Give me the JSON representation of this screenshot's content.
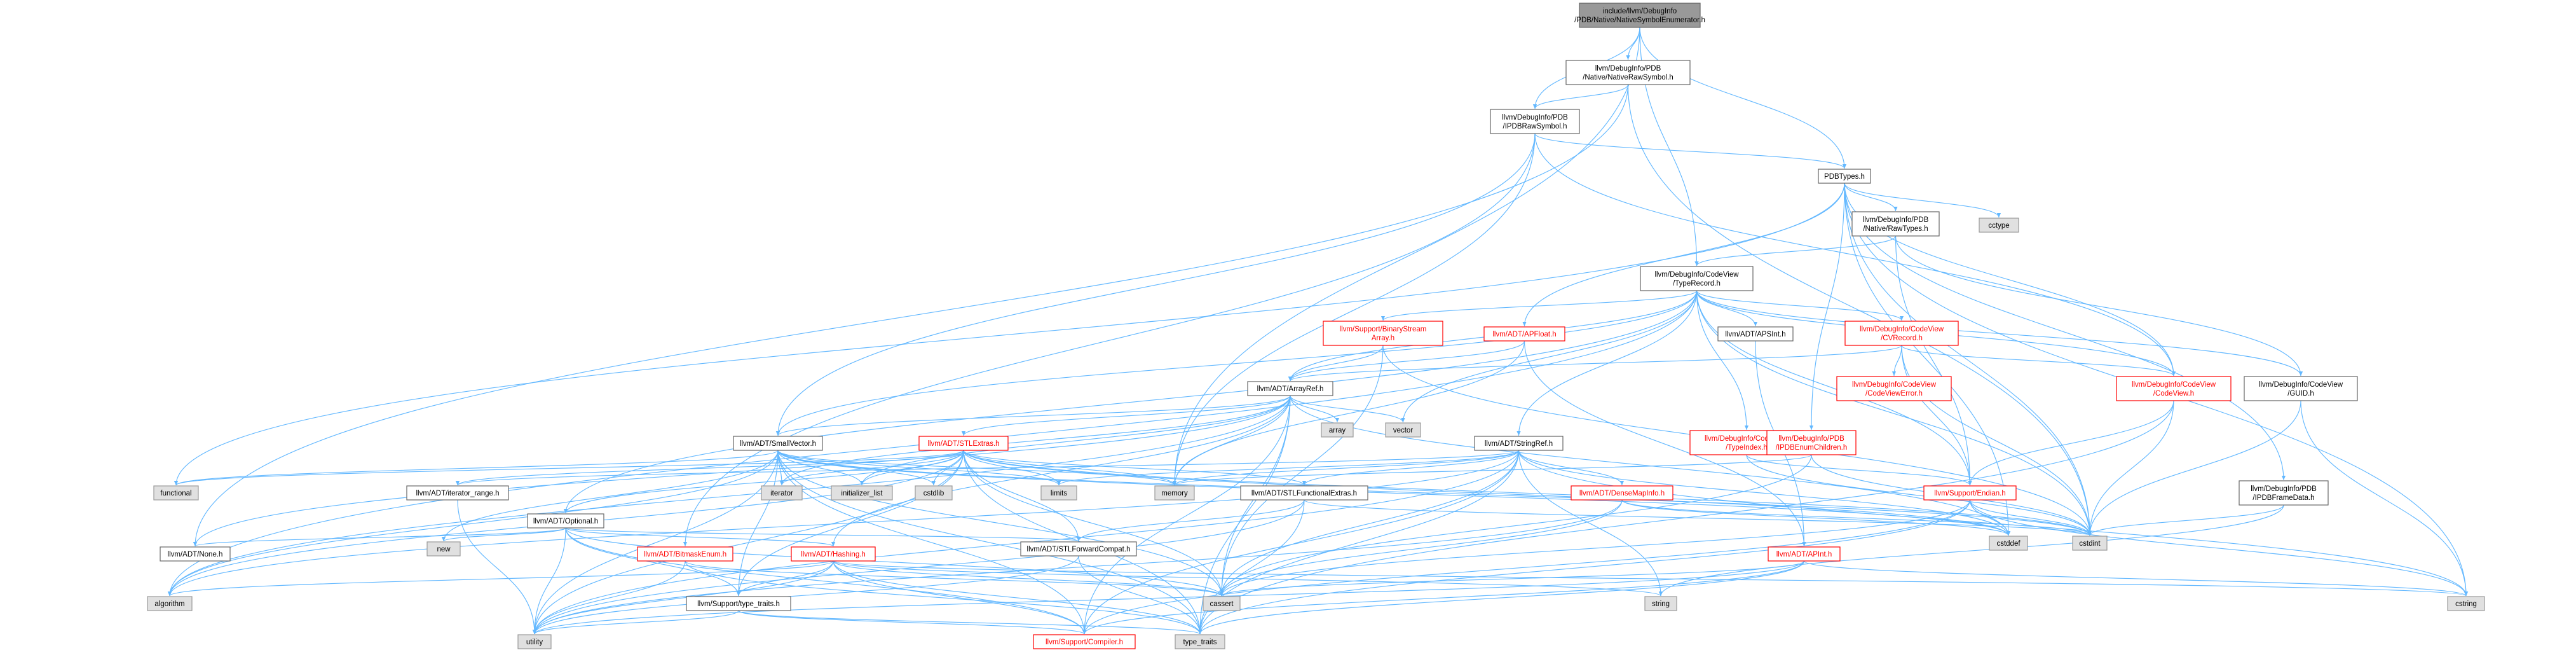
{
  "colors": {
    "edge": "#63b8ff",
    "node_border": "#666666",
    "node_fill": "#ffffff",
    "root_fill": "#999999",
    "external_fill": "#e0e0e0",
    "external_border": "#999999",
    "red_text": "#ff0000",
    "red_border": "#ff0000"
  },
  "nodes": [
    {
      "id": "root",
      "lines": [
        "include/llvm/DebugInfo",
        "/PDB/Native/NativeSymbolEnumerator.h"
      ],
      "style": "root"
    },
    {
      "id": "native_raw",
      "lines": [
        "llvm/DebugInfo/PDB",
        "/Native/NativeRawSymbol.h"
      ],
      "style": "normal"
    },
    {
      "id": "ipdbraw",
      "lines": [
        "llvm/DebugInfo/PDB",
        "/IPDBRawSymbol.h"
      ],
      "style": "normal"
    },
    {
      "id": "pdbtypes",
      "lines": [
        "PDBTypes.h"
      ],
      "style": "normal"
    },
    {
      "id": "cctype",
      "lines": [
        "cctype"
      ],
      "style": "external"
    },
    {
      "id": "rawtypes",
      "lines": [
        "llvm/DebugInfo/PDB",
        "/Native/RawTypes.h"
      ],
      "style": "normal"
    },
    {
      "id": "typerecord",
      "lines": [
        "llvm/DebugInfo/CodeView",
        "/TypeRecord.h"
      ],
      "style": "normal"
    },
    {
      "id": "binstream",
      "lines": [
        "llvm/Support/BinaryStream",
        "Array.h"
      ],
      "style": "red"
    },
    {
      "id": "apfloat",
      "lines": [
        "llvm/ADT/APFloat.h"
      ],
      "style": "red"
    },
    {
      "id": "apsint",
      "lines": [
        "llvm/ADT/APSInt.h"
      ],
      "style": "normal"
    },
    {
      "id": "cvrecord",
      "lines": [
        "llvm/DebugInfo/CodeView",
        "/CVRecord.h"
      ],
      "style": "red"
    },
    {
      "id": "cverror",
      "lines": [
        "llvm/DebugInfo/CodeView",
        "/CodeViewError.h"
      ],
      "style": "red"
    },
    {
      "id": "codeview",
      "lines": [
        "llvm/DebugInfo/CodeView",
        "/CodeView.h"
      ],
      "style": "red"
    },
    {
      "id": "guid",
      "lines": [
        "llvm/DebugInfo/CodeView",
        "/GUID.h"
      ],
      "style": "normal"
    },
    {
      "id": "arrayref",
      "lines": [
        "llvm/ADT/ArrayRef.h"
      ],
      "style": "normal"
    },
    {
      "id": "array",
      "lines": [
        "array"
      ],
      "style": "external"
    },
    {
      "id": "vector",
      "lines": [
        "vector"
      ],
      "style": "external"
    },
    {
      "id": "stlextras",
      "lines": [
        "llvm/ADT/STLExtras.h"
      ],
      "style": "red"
    },
    {
      "id": "smallvector",
      "lines": [
        "llvm/ADT/SmallVector.h"
      ],
      "style": "normal"
    },
    {
      "id": "stringref",
      "lines": [
        "llvm/ADT/StringRef.h"
      ],
      "style": "normal"
    },
    {
      "id": "typeindex",
      "lines": [
        "llvm/DebugInfo/CodeView",
        "/TypeIndex.h"
      ],
      "style": "red"
    },
    {
      "id": "ipdbenum",
      "lines": [
        "llvm/DebugInfo/PDB",
        "/IPDBEnumChildren.h"
      ],
      "style": "red"
    },
    {
      "id": "endian",
      "lines": [
        "llvm/Support/Endian.h"
      ],
      "style": "red"
    },
    {
      "id": "framedata",
      "lines": [
        "llvm/DebugInfo/PDB",
        "/IPDBFrameData.h"
      ],
      "style": "normal"
    },
    {
      "id": "functional",
      "lines": [
        "functional"
      ],
      "style": "external"
    },
    {
      "id": "iterator",
      "lines": [
        "iterator"
      ],
      "style": "external"
    },
    {
      "id": "initlist",
      "lines": [
        "initializer_list"
      ],
      "style": "external"
    },
    {
      "id": "cstdlib",
      "lines": [
        "cstdlib"
      ],
      "style": "external"
    },
    {
      "id": "limits",
      "lines": [
        "limits"
      ],
      "style": "external"
    },
    {
      "id": "memory",
      "lines": [
        "memory"
      ],
      "style": "external"
    },
    {
      "id": "iterrange",
      "lines": [
        "llvm/ADT/iterator_range.h"
      ],
      "style": "normal"
    },
    {
      "id": "optional",
      "lines": [
        "llvm/ADT/Optional.h"
      ],
      "style": "normal"
    },
    {
      "id": "stlfunc",
      "lines": [
        "llvm/ADT/STLFunctionalExtras.h"
      ],
      "style": "normal"
    },
    {
      "id": "densemapinfo",
      "lines": [
        "llvm/ADT/DenseMapInfo.h"
      ],
      "style": "red"
    },
    {
      "id": "none",
      "lines": [
        "llvm/ADT/None.h"
      ],
      "style": "normal"
    },
    {
      "id": "new",
      "lines": [
        "new"
      ],
      "style": "external"
    },
    {
      "id": "bitmask",
      "lines": [
        "llvm/ADT/BitmaskEnum.h"
      ],
      "style": "red"
    },
    {
      "id": "hashing",
      "lines": [
        "llvm/ADT/Hashing.h"
      ],
      "style": "red"
    },
    {
      "id": "stlfwd",
      "lines": [
        "llvm/ADT/STLForwardCompat.h"
      ],
      "style": "normal"
    },
    {
      "id": "apint",
      "lines": [
        "llvm/ADT/APInt.h"
      ],
      "style": "red"
    },
    {
      "id": "cstddef",
      "lines": [
        "cstddef"
      ],
      "style": "external"
    },
    {
      "id": "cstdint",
      "lines": [
        "cstdint"
      ],
      "style": "external"
    },
    {
      "id": "algorithm",
      "lines": [
        "algorithm"
      ],
      "style": "external"
    },
    {
      "id": "typetraits_h",
      "lines": [
        "llvm/Support/type_traits.h"
      ],
      "style": "normal"
    },
    {
      "id": "cassert",
      "lines": [
        "cassert"
      ],
      "style": "external"
    },
    {
      "id": "string",
      "lines": [
        "string"
      ],
      "style": "external"
    },
    {
      "id": "cstring",
      "lines": [
        "cstring"
      ],
      "style": "external"
    },
    {
      "id": "utility",
      "lines": [
        "utility"
      ],
      "style": "external"
    },
    {
      "id": "compiler",
      "lines": [
        "llvm/Support/Compiler.h"
      ],
      "style": "red"
    },
    {
      "id": "type_traits",
      "lines": [
        "type_traits"
      ],
      "style": "external"
    }
  ],
  "edges": [
    [
      "root",
      "native_raw"
    ],
    [
      "root",
      "ipdbraw"
    ],
    [
      "root",
      "pdbtypes"
    ],
    [
      "root",
      "typerecord"
    ],
    [
      "root",
      "memory"
    ],
    [
      "native_raw",
      "ipdbraw"
    ],
    [
      "native_raw",
      "cstdint"
    ],
    [
      "native_raw",
      "none"
    ],
    [
      "ipdbraw",
      "pdbtypes"
    ],
    [
      "ipdbraw",
      "smallvector"
    ],
    [
      "ipdbraw",
      "memory"
    ],
    [
      "ipdbraw",
      "codeview"
    ],
    [
      "ipdbraw",
      "bitmask"
    ],
    [
      "pdbtypes",
      "cctype"
    ],
    [
      "pdbtypes",
      "rawtypes"
    ],
    [
      "pdbtypes",
      "apfloat"
    ],
    [
      "pdbtypes",
      "ipdbenum"
    ],
    [
      "pdbtypes",
      "codeview"
    ],
    [
      "pdbtypes",
      "framedata"
    ],
    [
      "pdbtypes",
      "functional"
    ],
    [
      "pdbtypes",
      "cstddef"
    ],
    [
      "pdbtypes",
      "cstdint"
    ],
    [
      "pdbtypes",
      "cstring"
    ],
    [
      "rawtypes",
      "typerecord"
    ],
    [
      "rawtypes",
      "guid"
    ],
    [
      "rawtypes",
      "endian"
    ],
    [
      "typerecord",
      "binstream"
    ],
    [
      "typerecord",
      "apsint"
    ],
    [
      "typerecord",
      "cvrecord"
    ],
    [
      "typerecord",
      "codeview"
    ],
    [
      "typerecord",
      "guid"
    ],
    [
      "typerecord",
      "arrayref"
    ],
    [
      "typerecord",
      "stringref"
    ],
    [
      "typerecord",
      "typeindex"
    ],
    [
      "typerecord",
      "optional"
    ],
    [
      "typerecord",
      "endian"
    ],
    [
      "typerecord",
      "vector"
    ],
    [
      "typerecord",
      "cstdint"
    ],
    [
      "typerecord",
      "algorithm"
    ],
    [
      "typerecord",
      "smallvector"
    ],
    [
      "binstream",
      "arrayref"
    ],
    [
      "binstream",
      "cstdint"
    ],
    [
      "binstream",
      "cassert"
    ],
    [
      "apfloat",
      "apint"
    ],
    [
      "apfloat",
      "arrayref"
    ],
    [
      "apfloat",
      "memory"
    ],
    [
      "apsint",
      "apint"
    ],
    [
      "cvrecord",
      "cverror"
    ],
    [
      "cvrecord",
      "codeview"
    ],
    [
      "cvrecord",
      "endian"
    ],
    [
      "cvrecord",
      "cstdint"
    ],
    [
      "cvrecord",
      "arrayref"
    ],
    [
      "codeview",
      "endian"
    ],
    [
      "codeview",
      "cstdint"
    ],
    [
      "codeview",
      "type_traits"
    ],
    [
      "guid",
      "cstdint"
    ],
    [
      "guid",
      "cstring"
    ],
    [
      "arrayref",
      "array"
    ],
    [
      "arrayref",
      "vector"
    ],
    [
      "arrayref",
      "stlextras"
    ],
    [
      "arrayref",
      "smallvector"
    ],
    [
      "arrayref",
      "memory"
    ],
    [
      "arrayref",
      "iterator"
    ],
    [
      "arrayref",
      "cstddef"
    ],
    [
      "arrayref",
      "initlist"
    ],
    [
      "arrayref",
      "type_traits"
    ],
    [
      "arrayref",
      "algorithm"
    ],
    [
      "arrayref",
      "cassert"
    ],
    [
      "arrayref",
      "hashing"
    ],
    [
      "arrayref",
      "none"
    ],
    [
      "arrayref",
      "compiler"
    ],
    [
      "stlextras",
      "iterrange"
    ],
    [
      "stlextras",
      "optional"
    ],
    [
      "stlextras",
      "stlfunc"
    ],
    [
      "stlextras",
      "stlfwd"
    ],
    [
      "stlextras",
      "functional"
    ],
    [
      "stlextras",
      "iterator"
    ],
    [
      "stlextras",
      "initlist"
    ],
    [
      "stlextras",
      "limits"
    ],
    [
      "stlextras",
      "memory"
    ],
    [
      "stlextras",
      "cstdlib"
    ],
    [
      "stlextras",
      "cstddef"
    ],
    [
      "stlextras",
      "cstdint"
    ],
    [
      "stlextras",
      "cassert"
    ],
    [
      "stlextras",
      "utility"
    ],
    [
      "stlextras",
      "type_traits"
    ],
    [
      "stlextras",
      "algorithm"
    ],
    [
      "stlextras",
      "typetraits_h"
    ],
    [
      "smallvector",
      "functional"
    ],
    [
      "smallvector",
      "iterator"
    ],
    [
      "smallvector",
      "initlist"
    ],
    [
      "smallvector",
      "cstdlib"
    ],
    [
      "smallvector",
      "limits"
    ],
    [
      "smallvector",
      "memory"
    ],
    [
      "smallvector",
      "new"
    ],
    [
      "smallvector",
      "cstddef"
    ],
    [
      "smallvector",
      "cstdint"
    ],
    [
      "smallvector",
      "algorithm"
    ],
    [
      "smallvector",
      "cassert"
    ],
    [
      "smallvector",
      "utility"
    ],
    [
      "smallvector",
      "type_traits"
    ],
    [
      "smallvector",
      "compiler"
    ],
    [
      "smallvector",
      "typetraits_h"
    ],
    [
      "stringref",
      "densemapinfo"
    ],
    [
      "stringref",
      "stlfunc"
    ],
    [
      "stringref",
      "iterrange"
    ],
    [
      "stringref",
      "compiler"
    ],
    [
      "stringref",
      "limits"
    ],
    [
      "stringref",
      "cstddef"
    ],
    [
      "stringref",
      "string"
    ],
    [
      "stringref",
      "cstring"
    ],
    [
      "stringref",
      "cassert"
    ],
    [
      "stringref",
      "utility"
    ],
    [
      "stringref",
      "memory"
    ],
    [
      "stringref",
      "type_traits"
    ],
    [
      "stringref",
      "algorithm"
    ],
    [
      "typeindex",
      "endian"
    ],
    [
      "typeindex",
      "cstdint"
    ],
    [
      "typeindex",
      "cinttypes"
    ],
    [
      "ipdbenum",
      "cstdint"
    ],
    [
      "ipdbenum",
      "memory"
    ],
    [
      "ipdbenum",
      "cassert"
    ],
    [
      "endian",
      "cstdint"
    ],
    [
      "endian",
      "cstddef"
    ],
    [
      "endian",
      "cstring"
    ],
    [
      "endian",
      "type_traits"
    ],
    [
      "endian",
      "compiler"
    ],
    [
      "endian",
      "cassert"
    ],
    [
      "framedata",
      "cstdint"
    ],
    [
      "framedata",
      "string"
    ],
    [
      "iterrange",
      "utility"
    ],
    [
      "optional",
      "none"
    ],
    [
      "optional",
      "new"
    ],
    [
      "optional",
      "cassert"
    ],
    [
      "optional",
      "utility"
    ],
    [
      "optional",
      "hashing"
    ],
    [
      "optional",
      "stlfwd"
    ],
    [
      "optional",
      "compiler"
    ],
    [
      "optional",
      "typetraits_h"
    ],
    [
      "stlfunc",
      "stlfwd"
    ],
    [
      "stlfunc",
      "cstdint"
    ],
    [
      "stlfunc",
      "type_traits"
    ],
    [
      "stlfunc",
      "utility"
    ],
    [
      "densemapinfo",
      "cstddef"
    ],
    [
      "densemapinfo",
      "cstdint"
    ],
    [
      "densemapinfo",
      "utility"
    ],
    [
      "densemapinfo",
      "cassert"
    ],
    [
      "bitmask",
      "cassert"
    ],
    [
      "bitmask",
      "type_traits"
    ],
    [
      "bitmask",
      "utility"
    ],
    [
      "hashing",
      "algorithm"
    ],
    [
      "hashing",
      "cassert"
    ],
    [
      "hashing",
      "cstring"
    ],
    [
      "hashing",
      "string"
    ],
    [
      "hashing",
      "type_traits"
    ],
    [
      "hashing",
      "utility"
    ],
    [
      "hashing",
      "typetraits_h"
    ],
    [
      "hashing",
      "compiler"
    ],
    [
      "stlfwd",
      "type_traits"
    ],
    [
      "stlfwd",
      "utility"
    ],
    [
      "apint",
      "cassert"
    ],
    [
      "apint",
      "cstring"
    ],
    [
      "apint",
      "utility"
    ],
    [
      "apint",
      "compiler"
    ],
    [
      "apint",
      "type_traits"
    ],
    [
      "typetraits_h",
      "type_traits"
    ],
    [
      "typetraits_h",
      "utility"
    ],
    [
      "typetraits_h",
      "compiler"
    ]
  ]
}
